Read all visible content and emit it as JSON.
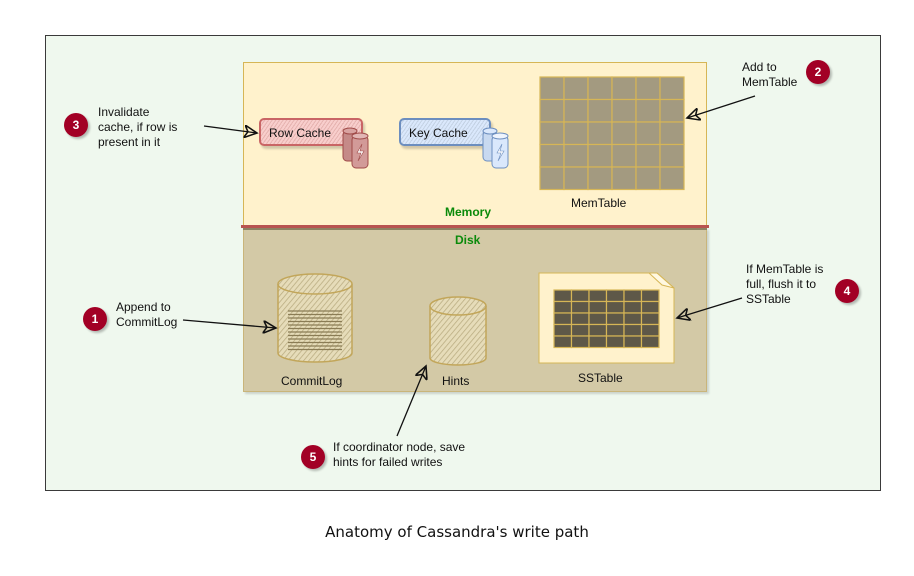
{
  "caption": "Anatomy of Cassandra's write path",
  "zones": {
    "memory": "Memory",
    "disk": "Disk"
  },
  "components": {
    "row_cache": "Row Cache",
    "key_cache": "Key Cache",
    "memtable": "MemTable",
    "commitlog": "CommitLog",
    "hints": "Hints",
    "sstable": "SSTable"
  },
  "steps": [
    {
      "number": "1",
      "text_lines": [
        "Append to",
        "CommitLog"
      ]
    },
    {
      "number": "2",
      "text_lines": [
        "Add to",
        "MemTable"
      ]
    },
    {
      "number": "3",
      "text_lines": [
        "Invalidate",
        "cache, if row is",
        "present in it"
      ]
    },
    {
      "number": "4",
      "text_lines": [
        "If MemTable is",
        "full, flush it to",
        "SSTable"
      ]
    },
    {
      "number": "5",
      "text_lines": [
        "If coordinator node, save",
        "hints for failed writes"
      ]
    }
  ],
  "colors": {
    "badge": "#a20025",
    "zone_label": "#0a8a0a",
    "memory_bg": "#fff2cc",
    "disk_bg": "#d3c9a6",
    "row_cache": "#f8cecc",
    "key_cache": "#dae8fc"
  }
}
